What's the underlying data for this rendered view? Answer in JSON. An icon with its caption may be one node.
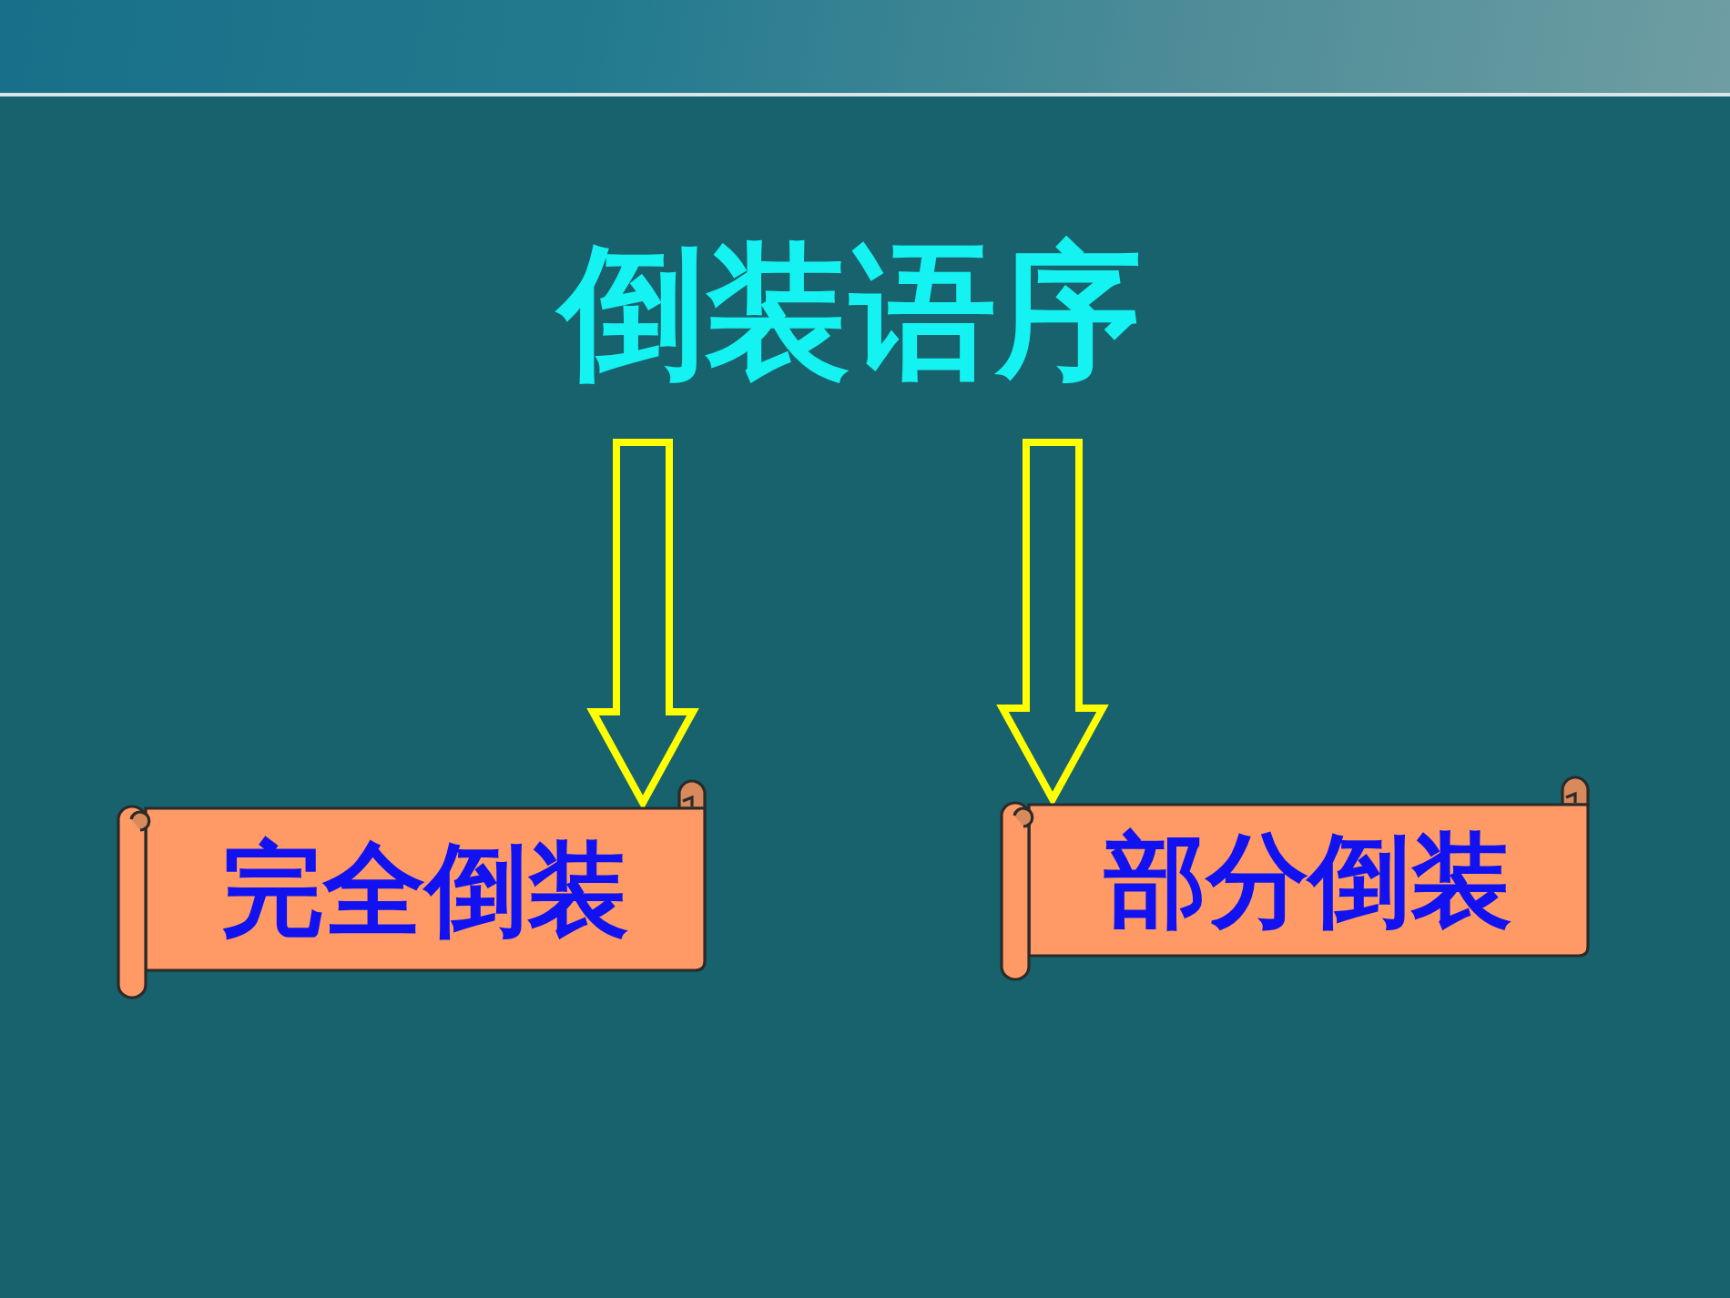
{
  "diagram": {
    "nodes": [
      {
        "text": [
          "倒装语序"
        ]
      },
      {
        "text": [
          "完全倒装"
        ]
      },
      {
        "text": [
          "部分倒装"
        ]
      }
    ],
    "edges": [
      {
        "from": 0,
        "to": 1,
        "arrow": "to"
      },
      {
        "from": 0,
        "to": 2,
        "arrow": "to"
      }
    ]
  }
}
